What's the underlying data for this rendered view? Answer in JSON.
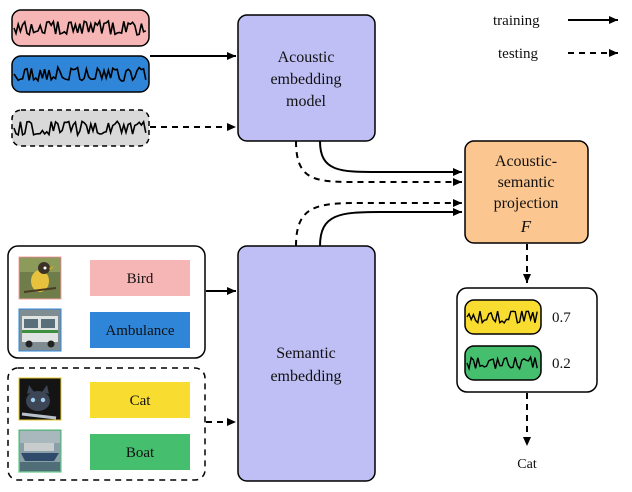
{
  "legend": {
    "training": "training",
    "testing": "testing"
  },
  "acoustic_model": {
    "line1": "Acoustic",
    "line2": "embedding",
    "line3": "model"
  },
  "semantic_model": {
    "line1": "Semantic",
    "line2": "embedding"
  },
  "projection": {
    "line1": "Acoustic-",
    "line2": "semantic",
    "line3": "projection",
    "symbol": "F"
  },
  "train_classes": [
    {
      "label": "Bird",
      "color": "#f7b6b6",
      "icon": "bird-photo"
    },
    {
      "label": "Ambulance",
      "color": "#2f86d9",
      "icon": "ambulance-photo"
    }
  ],
  "test_classes": [
    {
      "label": "Cat",
      "color": "#f8dc30",
      "icon": "cat-photo"
    },
    {
      "label": "Boat",
      "color": "#45be6e",
      "icon": "boat-photo"
    }
  ],
  "waveforms": [
    {
      "color": "#f7b6b6",
      "split": "training"
    },
    {
      "color": "#2f86d9",
      "split": "training"
    },
    {
      "color": "#d9d9d9",
      "split": "testing"
    }
  ],
  "output": {
    "scores": [
      {
        "color": "#f8dc30",
        "value": "0.7"
      },
      {
        "color": "#45be6e",
        "value": "0.2"
      }
    ],
    "prediction": "Cat"
  },
  "colors": {
    "model_fill": "#bfbff5",
    "projection_fill": "#fbc68f"
  }
}
